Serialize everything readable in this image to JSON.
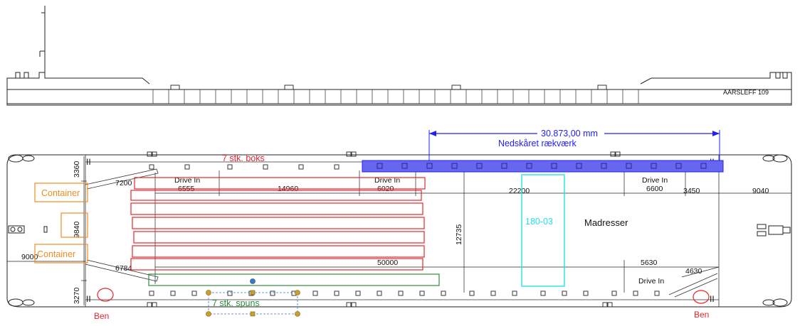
{
  "vessel": {
    "name": "AARSLEFF 109"
  },
  "annotations": {
    "total_length": "30.873,00 mm",
    "cut_railing": "Nedskåret rækværk",
    "boxes": "7 stk. boks",
    "sheet_piles": "7 stk. spuns",
    "madresser": "Madresser",
    "zone_code": "180-03",
    "container_top": "Container",
    "container_bottom": "Container",
    "leg_left": "Ben",
    "leg_right": "Ben",
    "drive_in_1": "Drive In",
    "drive_in_2": "Drive In",
    "drive_in_3": "Drive In",
    "drive_in_4": "Drive In"
  },
  "dimensions": {
    "d3360": "3360",
    "d9840": "9840",
    "d3270": "3270",
    "d9000": "9000",
    "d7200": "7200",
    "d6784": "6784",
    "d6555": "6555",
    "d14960": "14960",
    "d6020": "6020",
    "d22200": "22200",
    "d6600": "6600",
    "d3450": "3450",
    "d9040": "9040",
    "d12735": "12735",
    "d50000": "50000",
    "d5630": "5630",
    "d4630": "4630"
  },
  "colors": {
    "boxes": "#e8252b",
    "sheet_piles": "#2e8b3a",
    "container": "#f28c1e",
    "railing": "#2020ff",
    "railing_fill": "#6666ee",
    "zone": "#22e0e8",
    "leg": "#e8252b",
    "handle": "#c8a02a",
    "handle_dot": "#3a78c8"
  }
}
